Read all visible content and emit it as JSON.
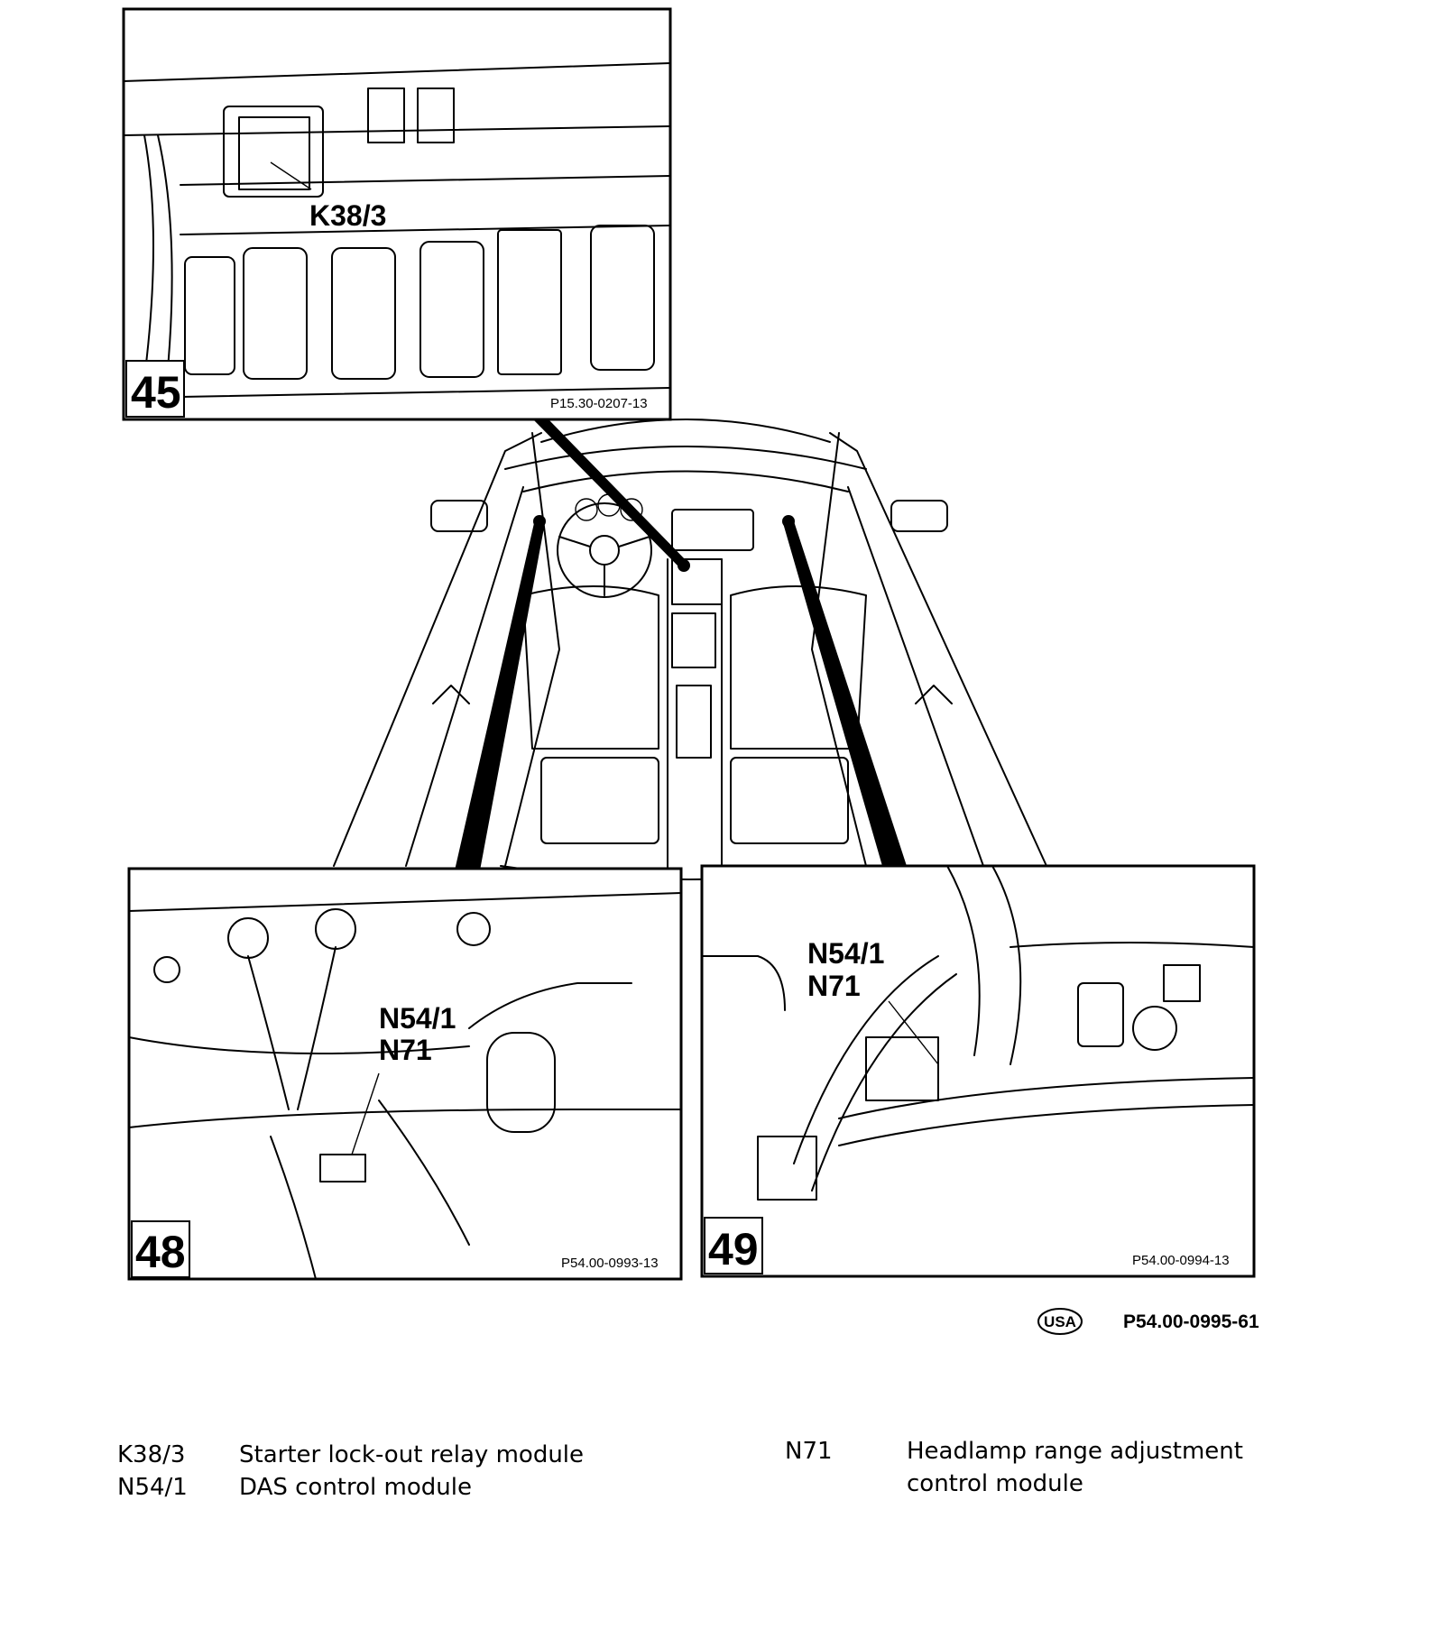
{
  "callouts": {
    "fig45": {
      "number": "45",
      "label": "K38/3",
      "drawing_code": "P15.30-0207-13"
    },
    "fig48": {
      "number": "48",
      "label1": "N54/1",
      "label2": "N71",
      "drawing_code": "P54.00-0993-13"
    },
    "fig49": {
      "number": "49",
      "label1": "N54/1",
      "label2": "N71",
      "drawing_code": "P54.00-0994-13"
    }
  },
  "figure": {
    "region_badge": "USA",
    "code": "P54.00-0995-61"
  },
  "legend": [
    {
      "code": "K38/3",
      "description": "Starter lock-out relay module"
    },
    {
      "code": "N54/1",
      "description": "DAS control module"
    },
    {
      "code": "N71",
      "description": "Headlamp range adjustment control module"
    }
  ]
}
